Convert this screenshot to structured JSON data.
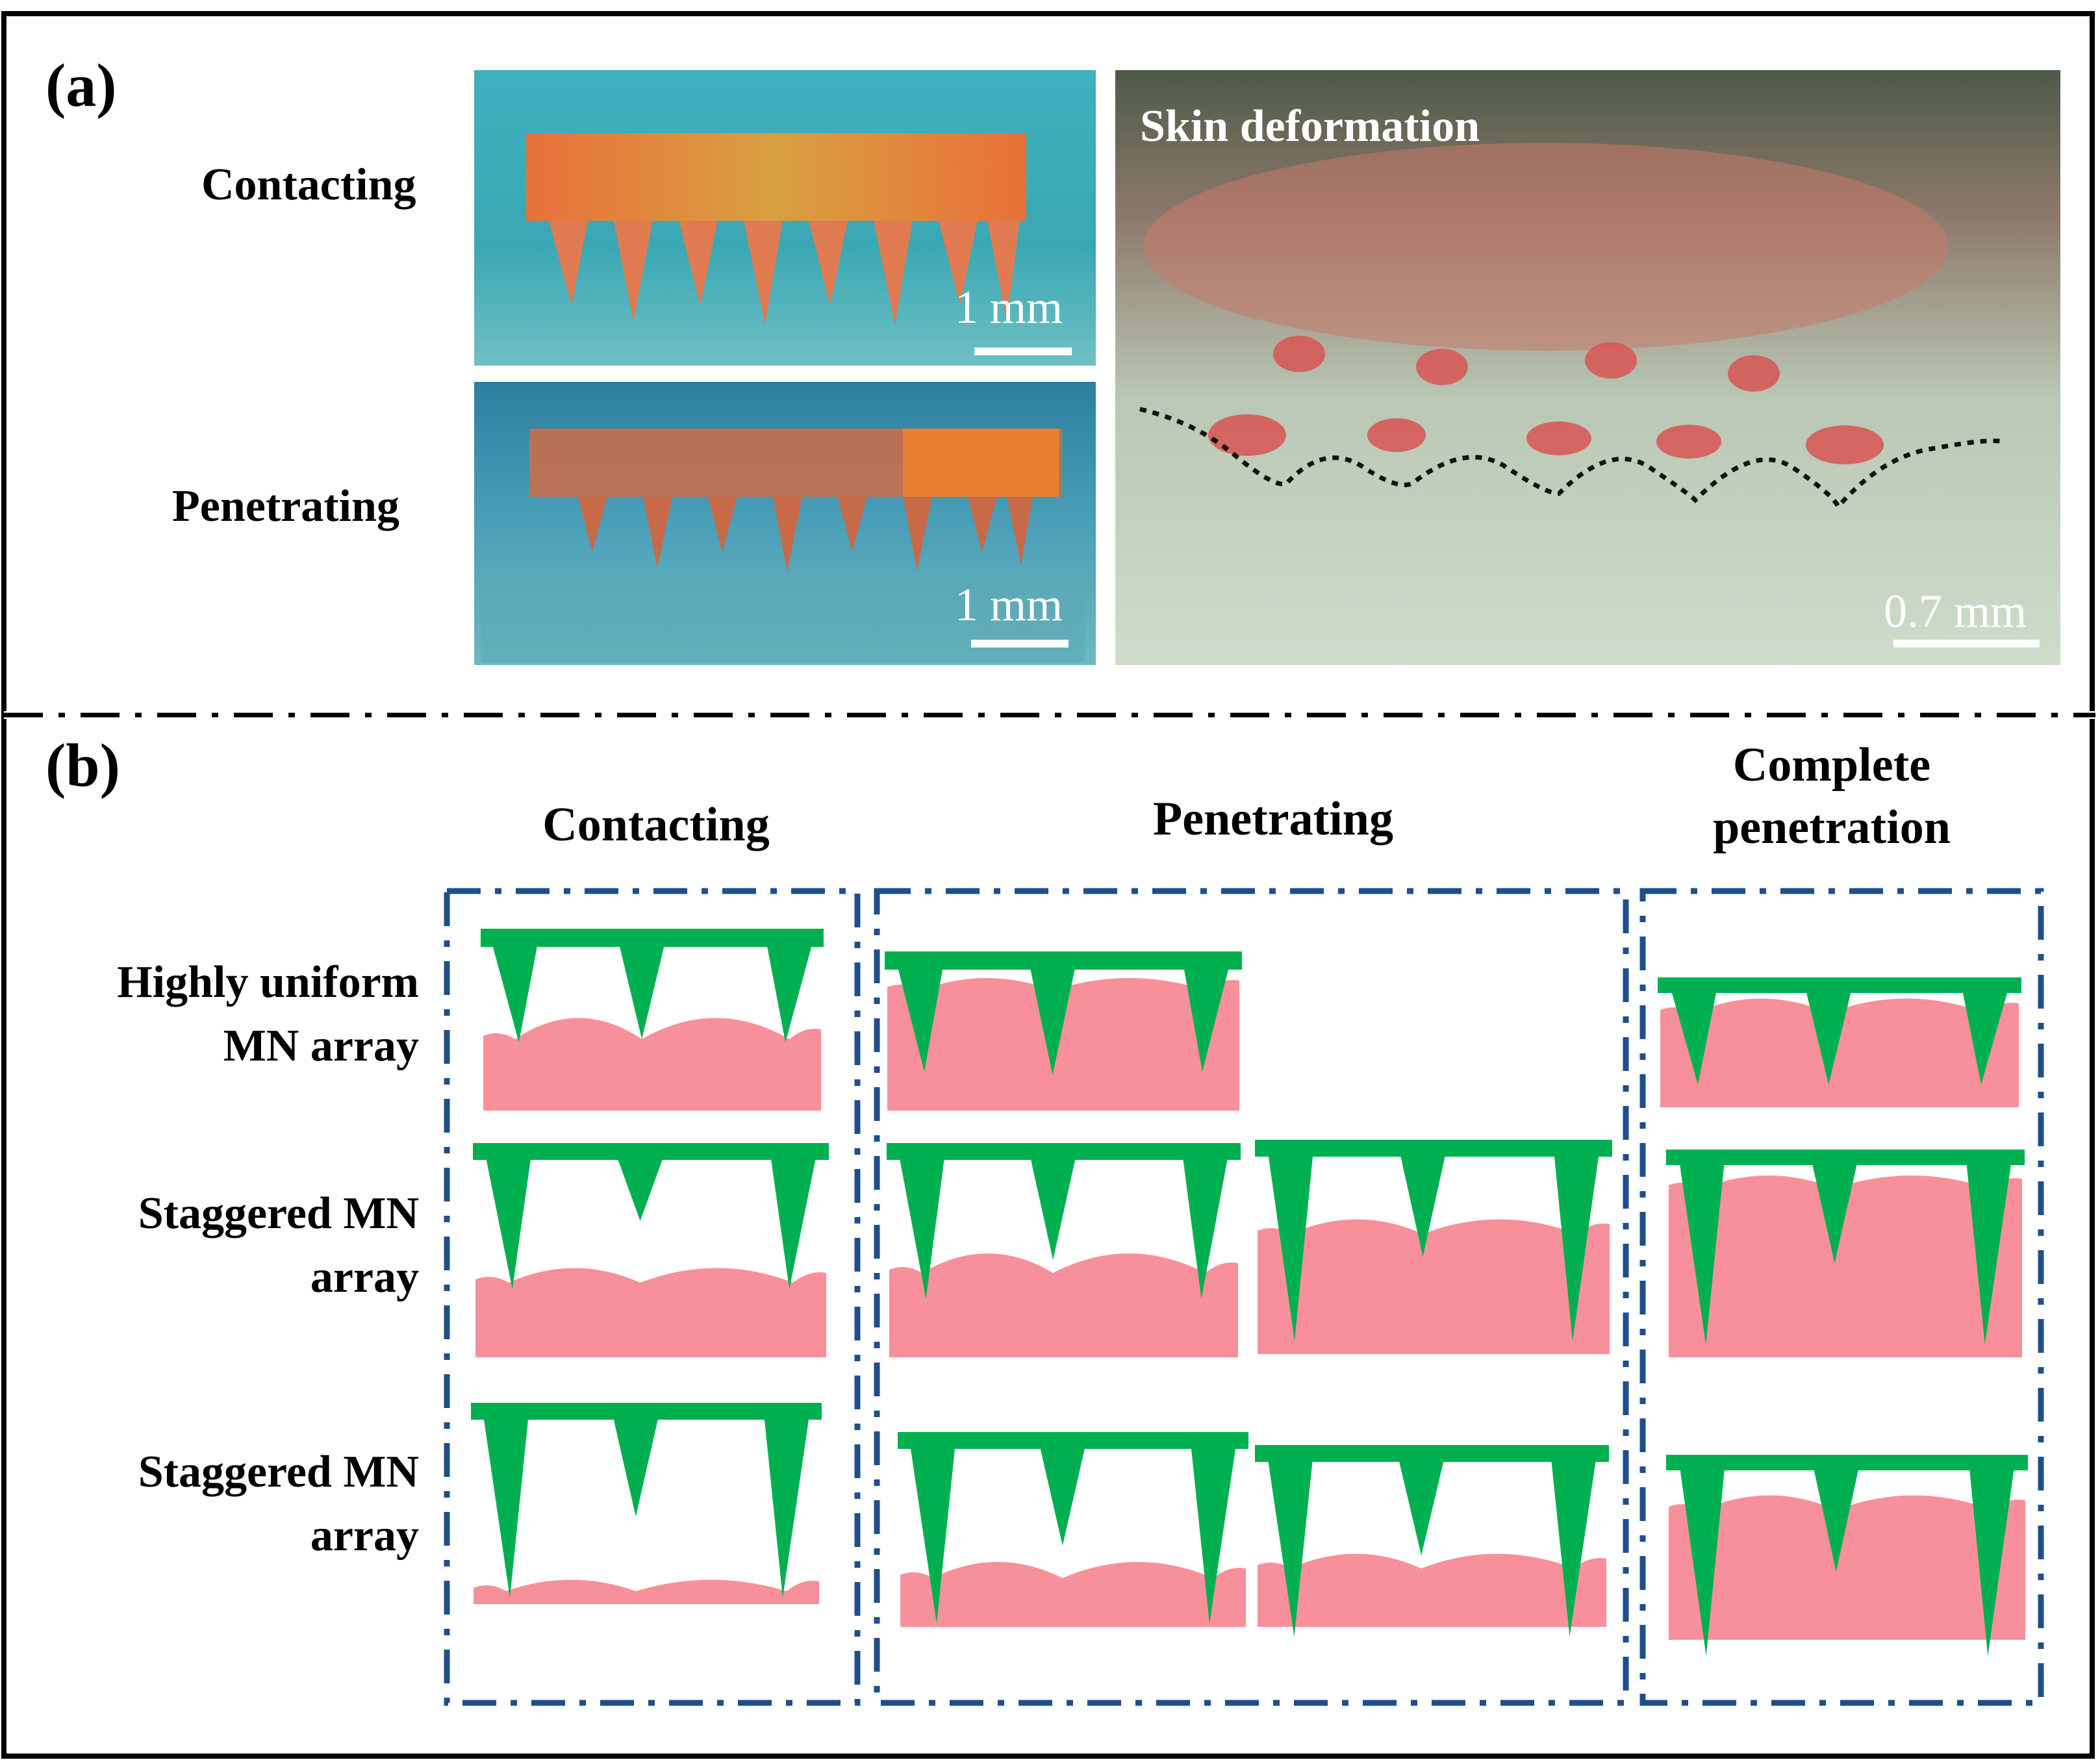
{
  "panel_a": {
    "tag": "(a)",
    "contacting_label": "Contacting",
    "penetrating_label": "Penetrating",
    "skin_label": "Skin deformation",
    "scale_1mm_top": "1 mm",
    "scale_1mm_bottom": "1 mm",
    "scale_07mm": "0.7 mm"
  },
  "panel_b": {
    "tag": "(b)",
    "columns": [
      "Contacting",
      "Penetrating",
      "Complete",
      "penetration"
    ],
    "rows": [
      {
        "line1": "Highly uniform",
        "line2": "MN array"
      },
      {
        "line1": "Staggered MN",
        "line2": "array"
      },
      {
        "line1": "Staggered MN",
        "line2": "array"
      }
    ]
  },
  "colors": {
    "needle": "#00b050",
    "skin": "#f7909a",
    "dash_box": "#1f4e8c",
    "photo_bg": "#3aa8b6",
    "photo_skin": "#c8d8c4"
  }
}
